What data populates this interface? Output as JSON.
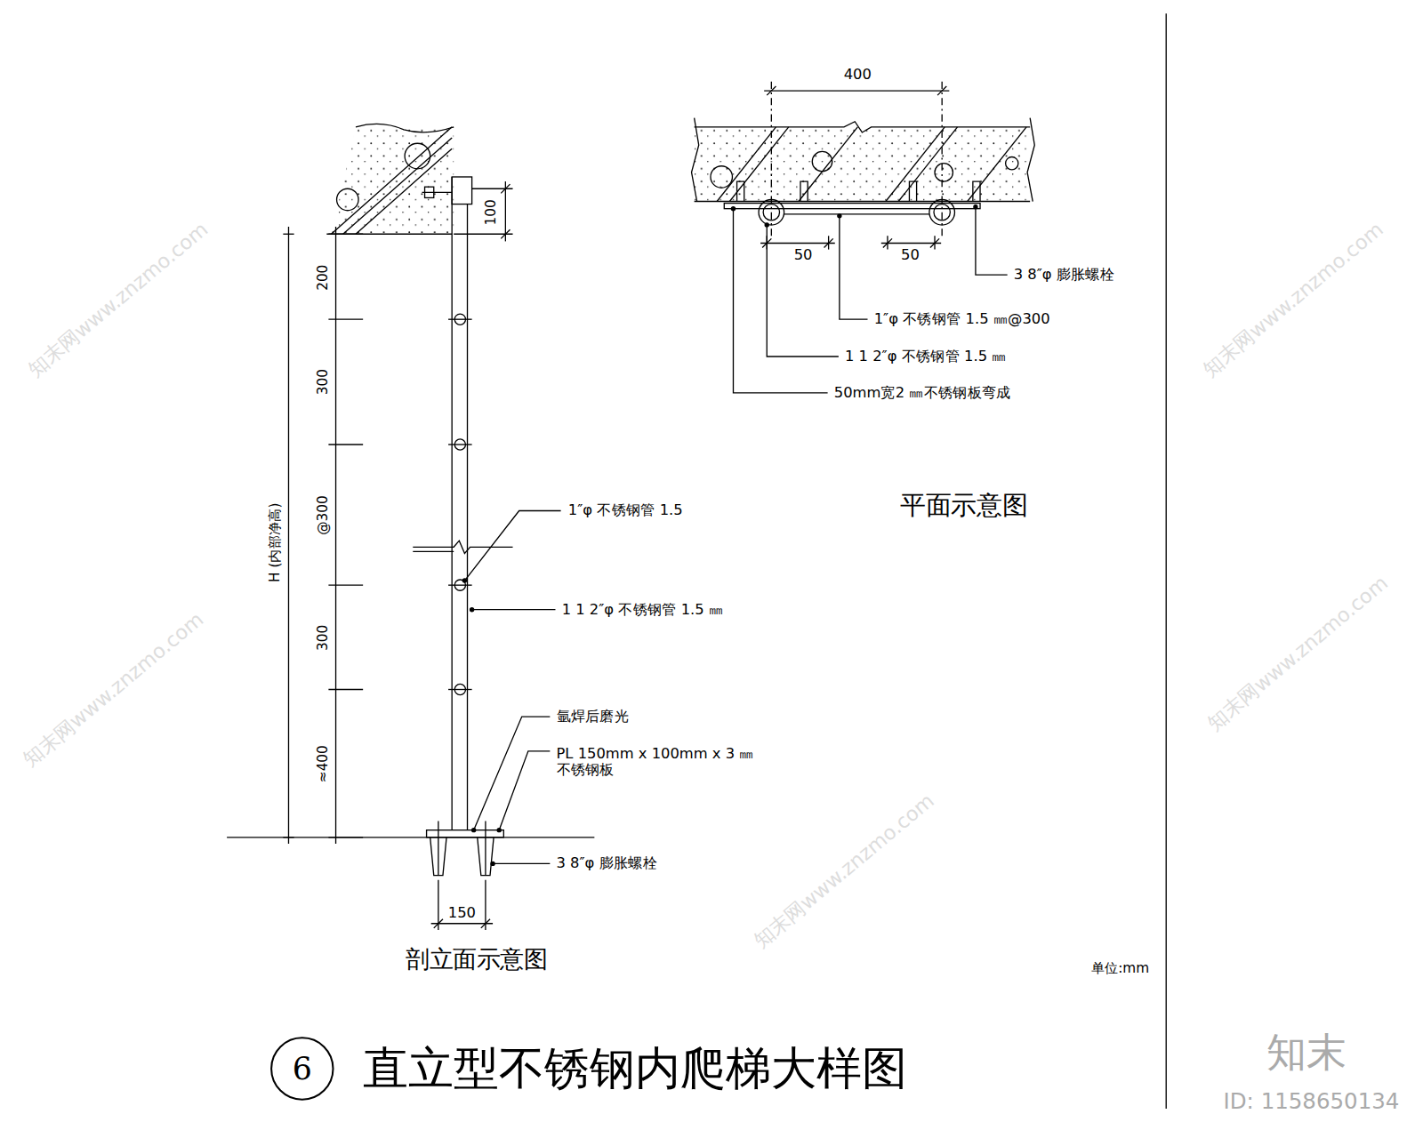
{
  "diagram": {
    "title": "直立型不锈钢内爬梯大样图",
    "nodes": [
      {
        "text": [
          "6"
        ]
      }
    ],
    "labels": [
      "400",
      "50",
      "50",
      "3 8″φ 膨胀螺栓",
      "1″φ 不锈钢管 1.5 ㎜@300",
      "1 1 2″φ 不锈钢管 1.5 ㎜",
      "50mm宽2 ㎜不锈钢板弯成",
      "平面示意图",
      "100",
      "200",
      "300",
      "@300",
      "300",
      "≈400",
      "H (内部净高)",
      "1″φ 不锈钢管 1.5",
      "1 1 2″φ 不锈钢管 1.5 ㎜",
      "氩焊后磨光",
      "PL 150mm x 100mm x 3 ㎜ 不锈钢板",
      "3 8″φ 膨胀螺栓",
      "150",
      "剖立面示意图",
      "单位:mm",
      "知末",
      "ID: 1158650134",
      "知末网www.znzmo.com",
      "知末网www.znzmo.com",
      "知末网www.znzmo.com",
      "知末网www.znzmo.com",
      "知末网www.znzmo.com"
    ]
  }
}
